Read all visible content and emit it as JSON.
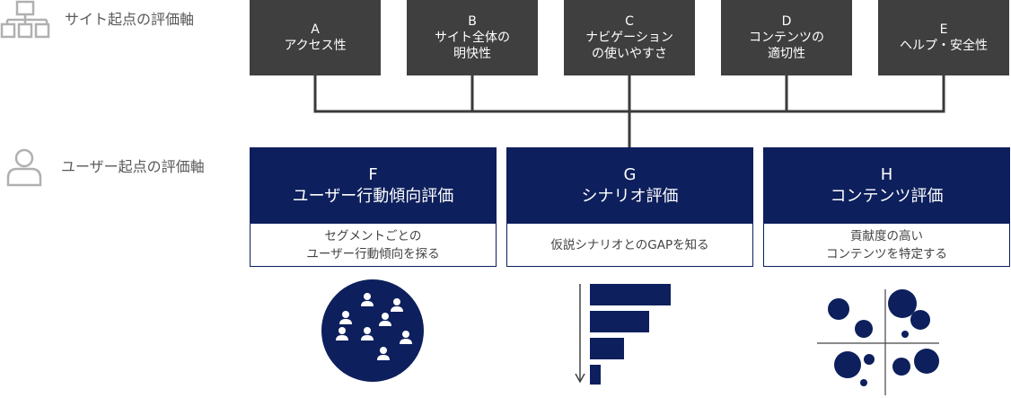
{
  "rows": {
    "site_label": "サイト起点の評価軸",
    "user_label": "ユーザー起点の評価軸"
  },
  "site_axes": [
    {
      "letter": "A",
      "name": "アクセス性"
    },
    {
      "letter": "B",
      "name": "サイト全体の\n明快性"
    },
    {
      "letter": "C",
      "name": "ナビゲーション\nの使いやすさ"
    },
    {
      "letter": "D",
      "name": "コンテンツの\n適切性"
    },
    {
      "letter": "E",
      "name": "ヘルプ・安全性"
    }
  ],
  "user_axes": [
    {
      "letter": "F",
      "name": "ユーザー行動傾向評価",
      "desc": "セグメントごとの\nユーザー行動傾向を探る"
    },
    {
      "letter": "G",
      "name": "シナリオ評価",
      "desc": "仮説シナリオとのGAPを知る"
    },
    {
      "letter": "H",
      "name": "コンテンツ評価",
      "desc": "貢献度の高い\nコンテンツを特定する"
    }
  ],
  "colors": {
    "dark_box": "#3f3f3f",
    "navy": "#0d1f5c",
    "connector": "#3a3a3a",
    "icon_gray": "#b0b0b0"
  },
  "icons": [
    "sitemap-icon",
    "user-icon",
    "people-cluster-icon",
    "descending-bar-icon",
    "bubble-quadrant-icon"
  ]
}
